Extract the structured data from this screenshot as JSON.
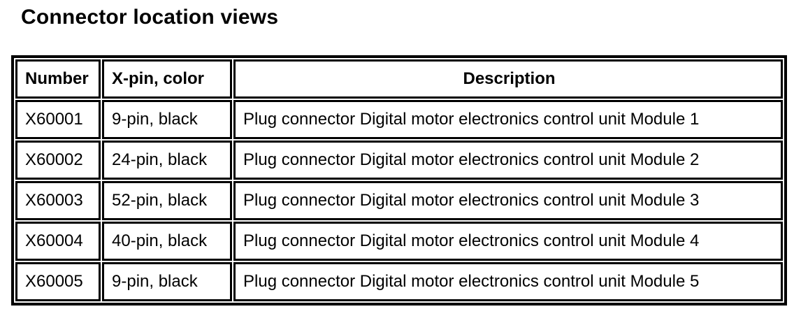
{
  "page": {
    "title": "Connector location views",
    "colors": {
      "background": "#ffffff",
      "text": "#000000",
      "border": "#000000"
    }
  },
  "table": {
    "columns": [
      {
        "key": "number",
        "label": "Number"
      },
      {
        "key": "pin_color",
        "label": "X-pin, color"
      },
      {
        "key": "description",
        "label": "Description"
      }
    ],
    "rows": [
      {
        "number": "X60001",
        "pin_color": "9-pin, black",
        "description": "Plug connector Digital motor electronics control unit Module 1"
      },
      {
        "number": "X60002",
        "pin_color": "24-pin, black",
        "description": "Plug connector Digital motor electronics control unit Module 2"
      },
      {
        "number": "X60003",
        "pin_color": "52-pin, black",
        "description": "Plug connector Digital motor electronics control unit Module 3"
      },
      {
        "number": "X60004",
        "pin_color": "40-pin, black",
        "description": "Plug connector Digital motor electronics control unit Module 4"
      },
      {
        "number": "X60005",
        "pin_color": "9-pin, black",
        "description": "Plug connector Digital motor electronics control unit Module 5"
      }
    ]
  }
}
